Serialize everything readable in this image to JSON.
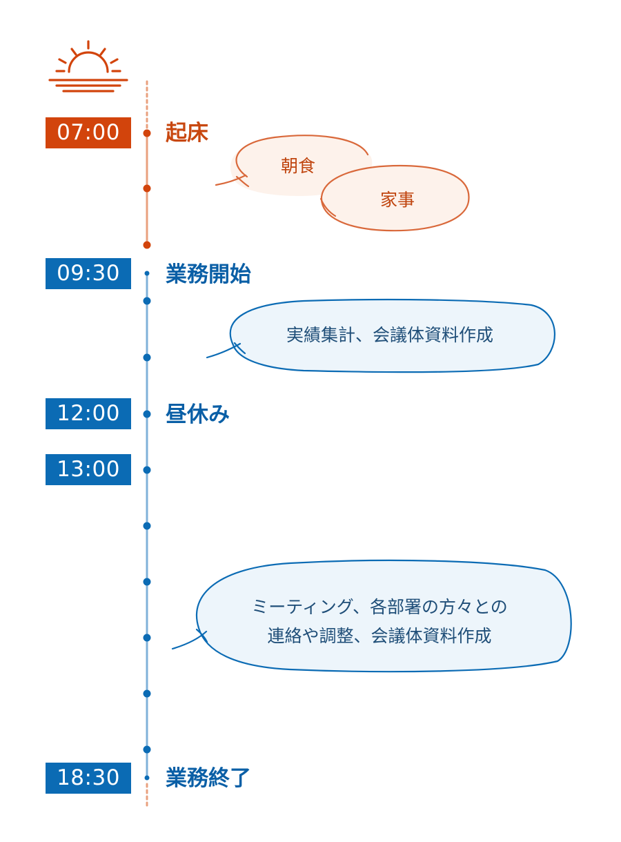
{
  "colors": {
    "orange": "#d2440c",
    "orange_light": "#e9a07e",
    "blue": "#0b6bb4",
    "blue_light": "#7fb1d9",
    "bubble_orange_fill": "#fdf2eb",
    "bubble_blue_fill": "#edf5fb"
  },
  "icon": "sunrise-icon",
  "events": [
    {
      "time": "07:00",
      "label": "起床"
    },
    {
      "time": "09:30",
      "label": "業務開始"
    },
    {
      "time": "12:00",
      "label": "昼休み"
    },
    {
      "time": "13:00",
      "label": ""
    },
    {
      "time": "18:30",
      "label": "業務終了"
    }
  ],
  "bubbles": {
    "breakfast": "朝食",
    "housework": "家事",
    "morning_work": "実績集計、会議体資料作成",
    "afternoon_work_line1": "ミーティング、各部署の方々との",
    "afternoon_work_line2": "連絡や調整、会議体資料作成"
  }
}
